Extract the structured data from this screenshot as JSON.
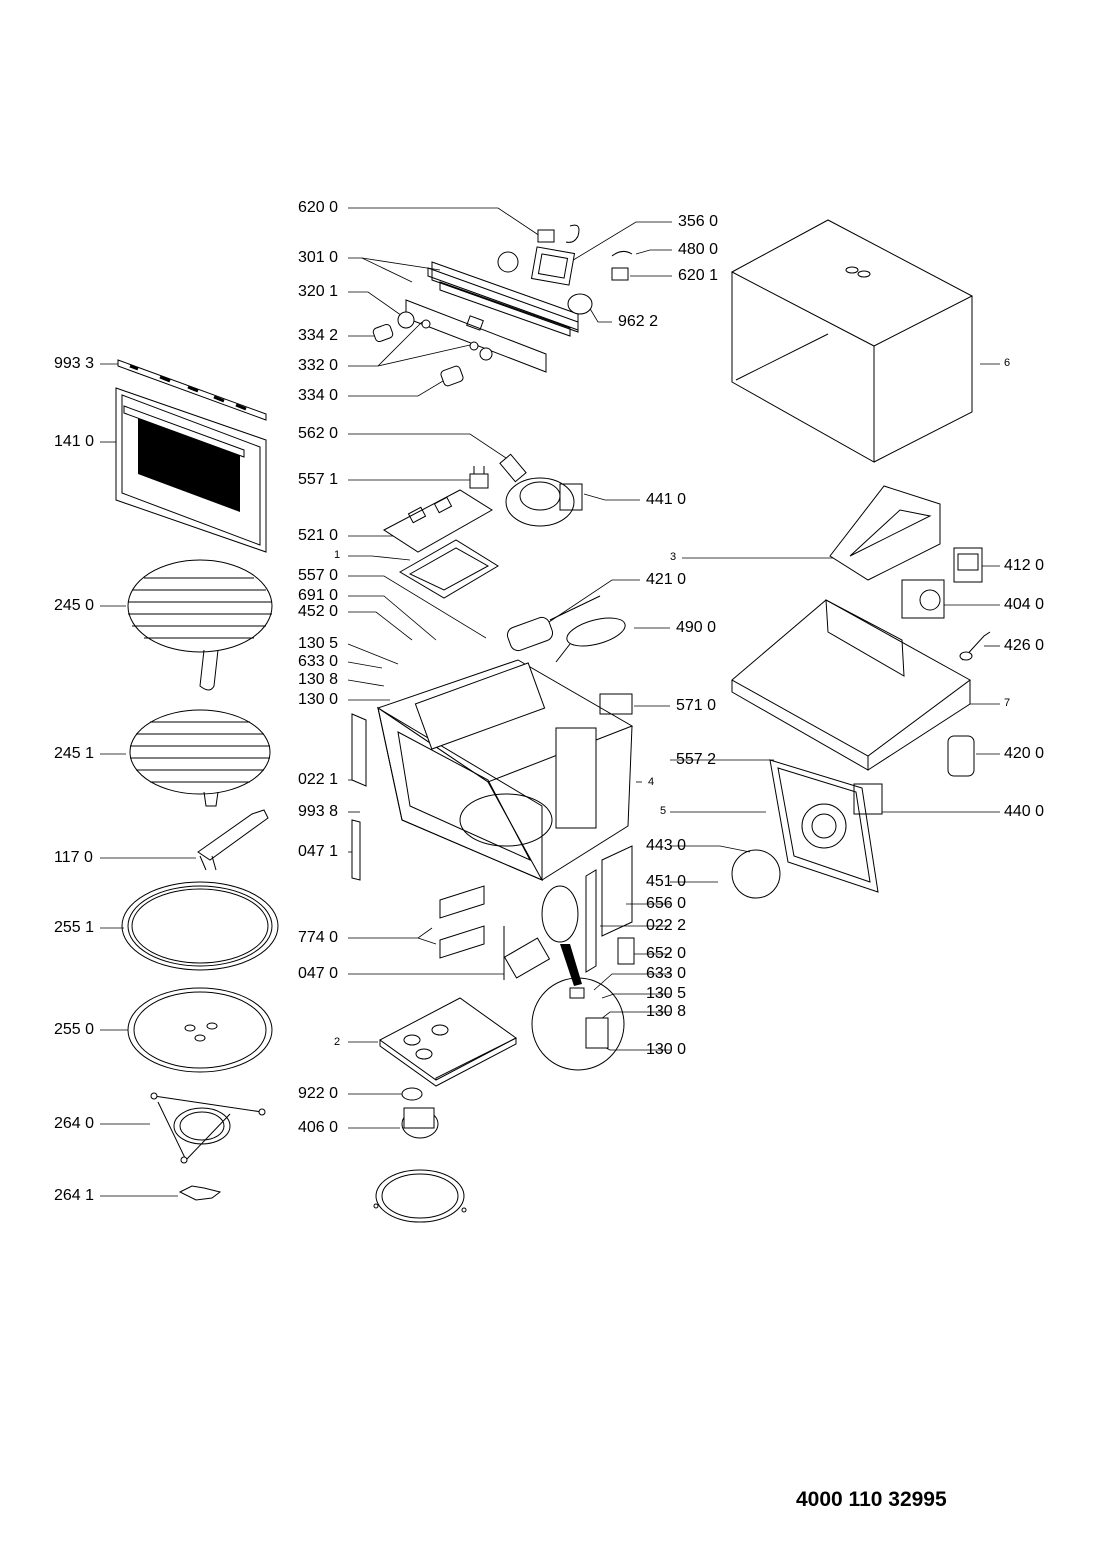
{
  "document_number": "4000 110 32995",
  "part_labels": {
    "p6200": "620 0",
    "p3560": "356 0",
    "p4800": "480 0",
    "p3010": "301 0",
    "p6201": "620 1",
    "p3201": "320 1",
    "p9622": "962 2",
    "p3342": "334 2",
    "p9933": "993 3",
    "p3320": "332 0",
    "p6": "6",
    "p3340": "334 0",
    "p1410": "141 0",
    "p5620": "562 0",
    "p5571": "557 1",
    "p4410": "441 0",
    "p5210": "521 0",
    "p1": "1",
    "p3": "3",
    "p4120": "412 0",
    "p5570": "557 0",
    "p4210": "421 0",
    "p6910": "691 0",
    "p2450": "245 0",
    "p4040": "404 0",
    "p4520": "452 0",
    "p4900": "490 0",
    "p1305a": "130 5",
    "p4260": "426 0",
    "p6330a": "633 0",
    "p1308a": "130 8",
    "p1300a": "130 0",
    "p5710": "571 0",
    "p7": "7",
    "p2451": "245 1",
    "p5572": "557 2",
    "p4200": "420 0",
    "p0221": "022 1",
    "p4": "4",
    "p9938": "993 8",
    "p5": "5",
    "p4400": "440 0",
    "p1170": "117 0",
    "p0471": "047 1",
    "p4430": "443 0",
    "p4510": "451 0",
    "p6560": "656 0",
    "p2551": "255 1",
    "p7740": "774 0",
    "p0222": "022 2",
    "p6520": "652 0",
    "p0470": "047 0",
    "p6330b": "633 0",
    "p1305b": "130 5",
    "p2550": "255 0",
    "p1308b": "130 8",
    "p2": "2",
    "p1300b": "130 0",
    "p9220": "922 0",
    "p2640": "264 0",
    "p4060": "406 0",
    "p2641": "264 1"
  }
}
